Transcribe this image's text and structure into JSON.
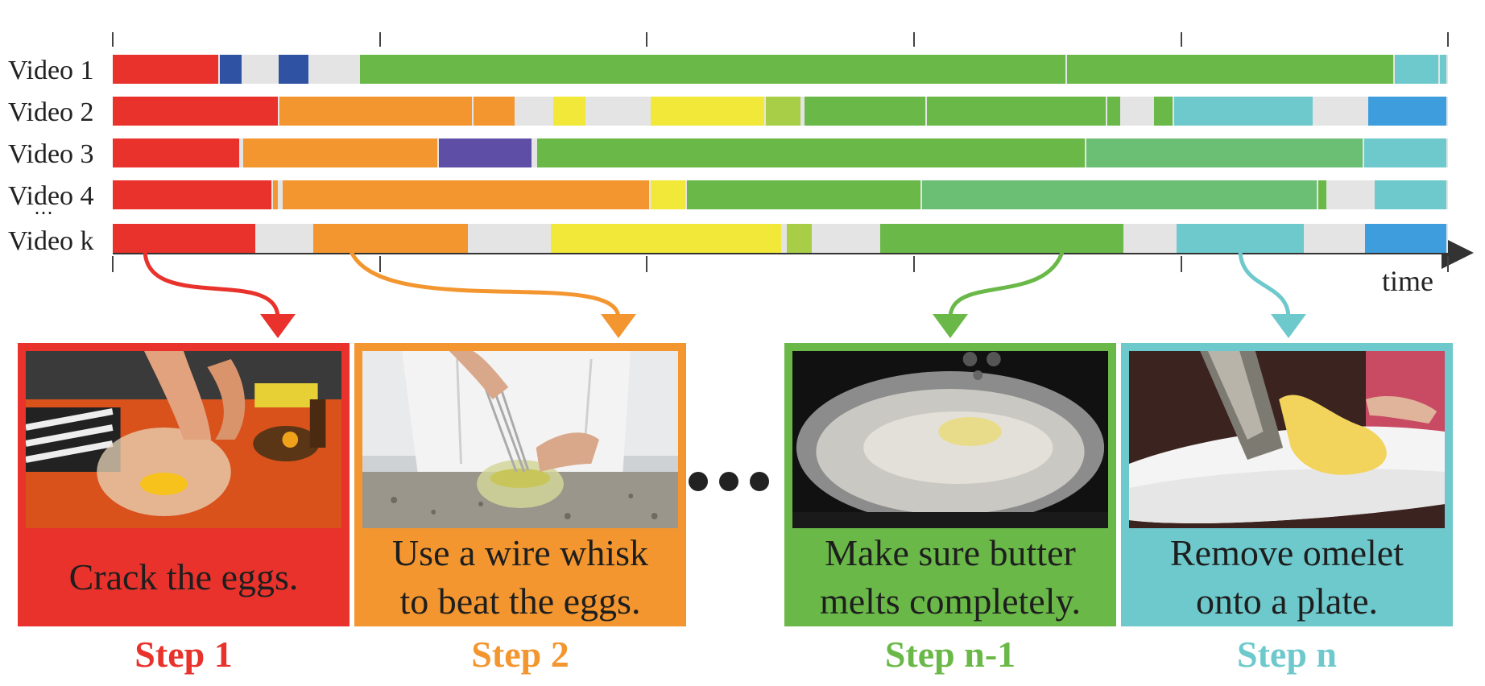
{
  "rows": [
    {
      "label": "Video 1",
      "segments": [
        {
          "start": 0,
          "end": 8,
          "step": "s1"
        },
        {
          "start": 8,
          "end": 9.8,
          "step": "b"
        },
        {
          "start": 12.4,
          "end": 14.8,
          "step": "b"
        },
        {
          "start": 18.5,
          "end": 71.5,
          "step": "s3"
        },
        {
          "start": 71.5,
          "end": 96,
          "step": "s3"
        },
        {
          "start": 96,
          "end": 99.4,
          "step": "s4"
        },
        {
          "start": 99.4,
          "end": 100,
          "step": "s4"
        }
      ]
    },
    {
      "label": "Video 2",
      "segments": [
        {
          "start": 0,
          "end": 12.5,
          "step": "s1"
        },
        {
          "start": 12.5,
          "end": 27,
          "step": "s2"
        },
        {
          "start": 27,
          "end": 30.2,
          "step": "s2"
        },
        {
          "start": 33,
          "end": 35.5,
          "step": "y"
        },
        {
          "start": 40.3,
          "end": 48.9,
          "step": "y"
        },
        {
          "start": 48.9,
          "end": 51.6,
          "step": "lg"
        },
        {
          "start": 51.8,
          "end": 61,
          "step": "s3"
        },
        {
          "start": 61,
          "end": 74.5,
          "step": "s3"
        },
        {
          "start": 74.5,
          "end": 75.6,
          "step": "s3"
        },
        {
          "start": 78,
          "end": 79.5,
          "step": "s3"
        },
        {
          "start": 79.5,
          "end": 90,
          "step": "s4"
        },
        {
          "start": 94,
          "end": 100,
          "step": "db"
        }
      ]
    },
    {
      "label": "Video 3",
      "segments": [
        {
          "start": 0,
          "end": 9.6,
          "step": "s1"
        },
        {
          "start": 9.8,
          "end": 24.4,
          "step": "s2"
        },
        {
          "start": 24.4,
          "end": 31.5,
          "step": "p"
        },
        {
          "start": 31.8,
          "end": 72.9,
          "step": "s3"
        },
        {
          "start": 72.9,
          "end": 93.7,
          "step": "mg"
        },
        {
          "start": 93.7,
          "end": 100,
          "step": "s4"
        }
      ]
    },
    {
      "label": "Video 4",
      "segments": [
        {
          "start": 0,
          "end": 12,
          "step": "s1"
        },
        {
          "start": 12,
          "end": 12.5,
          "step": "s2"
        },
        {
          "start": 12.7,
          "end": 40.3,
          "step": "s2"
        },
        {
          "start": 40.3,
          "end": 43,
          "step": "y"
        },
        {
          "start": 43,
          "end": 60.6,
          "step": "s3"
        },
        {
          "start": 60.6,
          "end": 90.3,
          "step": "mg"
        },
        {
          "start": 90.3,
          "end": 91,
          "step": "s3"
        },
        {
          "start": 94.5,
          "end": 100,
          "step": "s4"
        }
      ]
    },
    {
      "label": "Video k",
      "segments": [
        {
          "start": 0,
          "end": 10.8,
          "step": "s1"
        },
        {
          "start": 15,
          "end": 26.7,
          "step": "s2"
        },
        {
          "start": 32.8,
          "end": 50.2,
          "step": "y"
        },
        {
          "start": 50.5,
          "end": 52.5,
          "step": "lg"
        },
        {
          "start": 57.5,
          "end": 75.8,
          "step": "s3"
        },
        {
          "start": 79.7,
          "end": 89.3,
          "step": "s4"
        },
        {
          "start": 93.8,
          "end": 100,
          "step": "db"
        }
      ]
    }
  ],
  "colors": {
    "s1": "#e8322b",
    "s2": "#f3962f",
    "s3": "#6ab948",
    "s4": "#6ec9cc",
    "b": "#2f52a3",
    "y": "#f2e83a",
    "lg": "#a7ce46",
    "p": "#5e4ea6",
    "mg": "#6bbf74",
    "db": "#3e9ddc",
    "track": "#e4e4e4"
  },
  "axis": {
    "label": "time"
  },
  "steps": [
    {
      "title": "Step 1",
      "caption_lines": [
        "Crack the eggs."
      ],
      "color": "#e8322b",
      "photo": "cracking-eggs"
    },
    {
      "title": "Step 2",
      "caption_lines": [
        "Use a wire whisk",
        "to beat the eggs."
      ],
      "color": "#f3962f",
      "photo": "whisking-eggs"
    },
    {
      "title": "Step n-1",
      "caption_lines": [
        "Make sure butter",
        "melts completely."
      ],
      "color": "#6ab948",
      "photo": "butter-in-pan"
    },
    {
      "title": "Step n",
      "caption_lines": [
        "Remove omelet",
        "onto a plate."
      ],
      "color": "#6ec9cc",
      "photo": "omelet-on-plate"
    }
  ]
}
